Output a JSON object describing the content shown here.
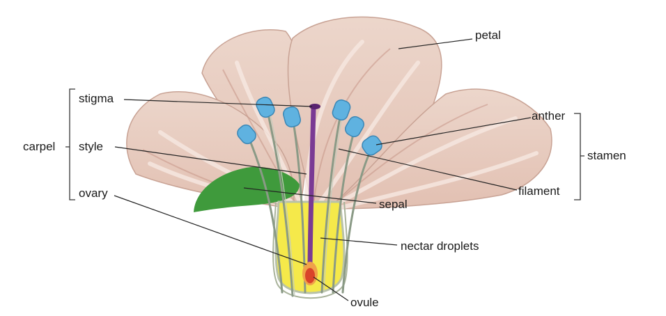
{
  "labels": {
    "petal": "petal",
    "stigma": "stigma",
    "anther": "anther",
    "style": "style",
    "carpel": "carpel",
    "stamen": "stamen",
    "filament": "filament",
    "ovary": "ovary",
    "sepal": "sepal",
    "nectar": "nectar droplets",
    "ovule": "ovule"
  },
  "colors": {
    "petal_fill": "#ead0c4",
    "petal_shade": "#c99a8c",
    "petal_vein": "#f6e7e0",
    "sepal": "#3f9a3c",
    "nectar": "#f5e94a",
    "receptacle_outline": "#b8c2a8",
    "pistil": "#7a3a94",
    "filament": "#8a9a86",
    "anther": "#5fb2e0",
    "ovule_outer": "#f0a24a",
    "ovule_inner": "#d9432a"
  }
}
